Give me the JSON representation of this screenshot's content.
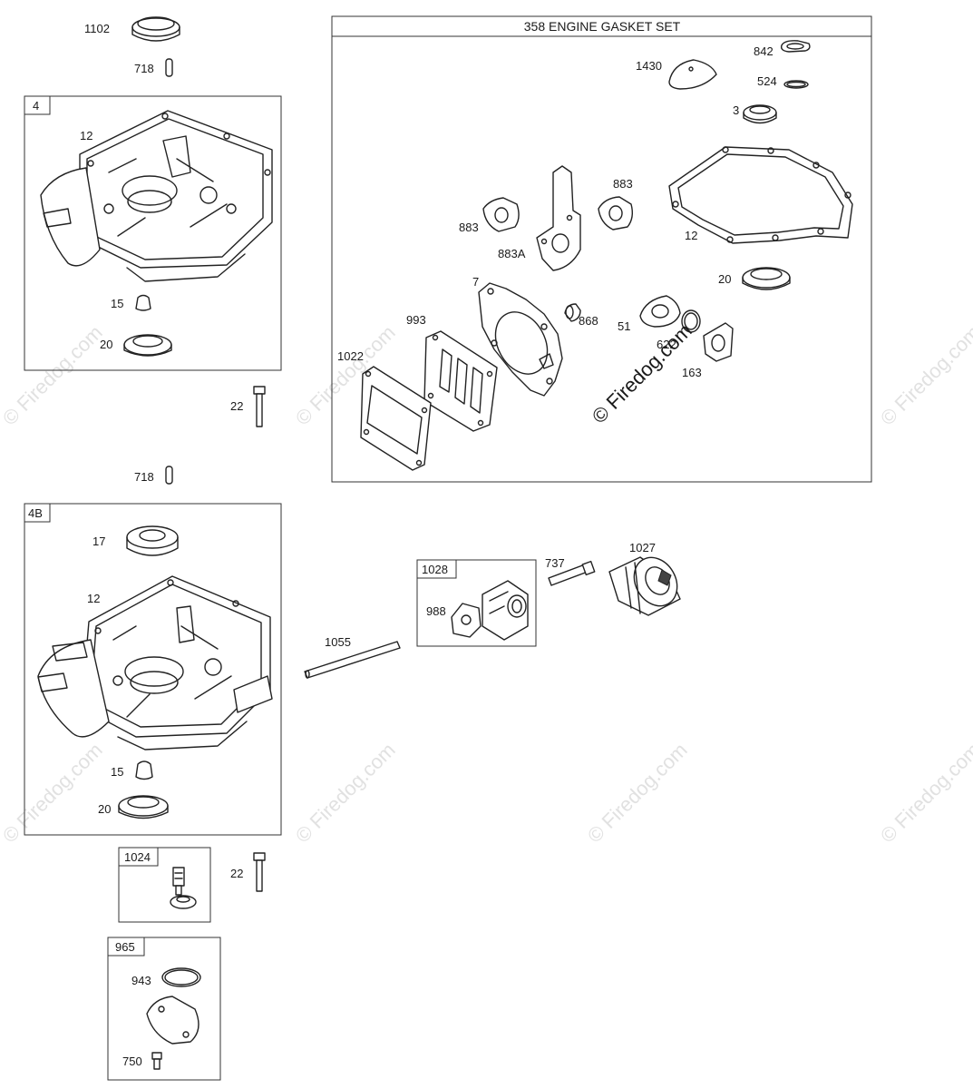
{
  "diagram": {
    "gasket_set_title": "358 ENGINE GASKET SET",
    "watermark": "© Firedog.com",
    "center_watermark": "© Firedog.com",
    "box_labels": {
      "box_4": "4",
      "box_4b": "4B",
      "box_1028": "1028",
      "box_1024": "1024",
      "box_965": "965"
    },
    "callouts": {
      "p1102": "1102",
      "p718a": "718",
      "p12a": "12",
      "p15a": "15",
      "p20a": "20",
      "p22a": "22",
      "p718b": "718",
      "p17": "17",
      "p12b": "12",
      "p15b": "15",
      "p20b": "20",
      "p22b": "22",
      "p943": "943",
      "p750": "750",
      "p842": "842",
      "p1430": "1430",
      "p524": "524",
      "p3": "3",
      "p883a": "883",
      "p883b": "883",
      "p883A": "883A",
      "p12c": "12",
      "p20c": "20",
      "p7": "7",
      "p993": "993",
      "p868": "868",
      "p51": "51",
      "p622": "622",
      "p163": "163",
      "p1022": "1022",
      "p737": "737",
      "p1027": "1027",
      "p988": "988",
      "p1055": "1055"
    }
  }
}
